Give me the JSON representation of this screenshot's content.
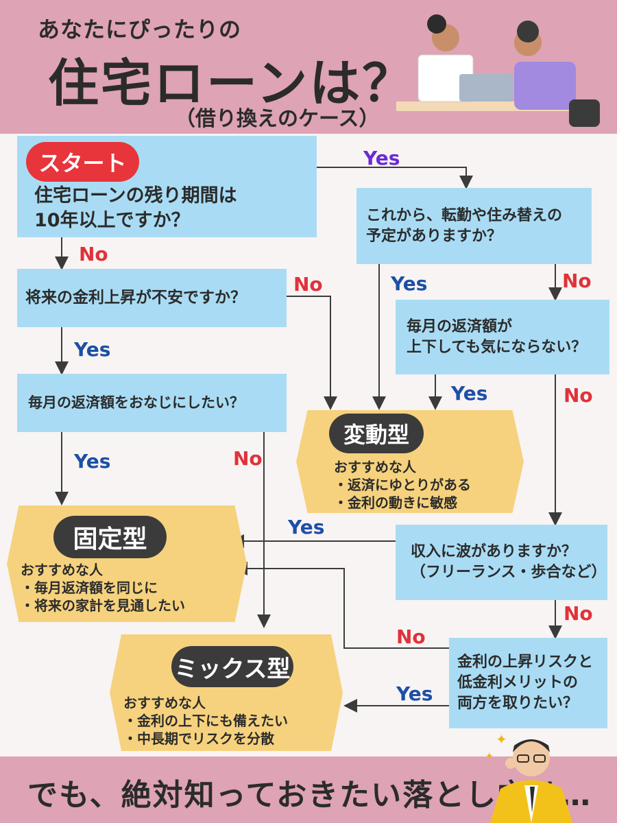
{
  "header": {
    "subtitle": "あなたにぴったりの",
    "title": "住宅ローンは？",
    "case": "（借り換えのケース）"
  },
  "start": {
    "badge": "スタート",
    "line1": "住宅ローンの残り期間は",
    "line2": "10年以上ですか？"
  },
  "questions": {
    "q_transfer": {
      "line1": "これから、転勤や住み替えの",
      "line2": "予定がありますか？"
    },
    "q_rate_worry": {
      "line1": "将来の金利上昇が不安ですか？"
    },
    "q_payment_change": {
      "line1": "毎月の返済額が",
      "line2": "上下しても気にならない？"
    },
    "q_same_payment": {
      "line1": "毎月の返済額をおなじにしたい？"
    },
    "q_income": {
      "line1": "収入に波がありますか？",
      "line2": "（フリーランス・歩合など）"
    },
    "q_both": {
      "line1": "金利の上昇リスクと",
      "line2": "低金利メリットの",
      "line3": "両方を取りたい？"
    }
  },
  "results": {
    "variable": {
      "name": "変動型",
      "heading": "おすすめな人",
      "item1": "・返済にゆとりがある",
      "item2": "・金利の動きに敏感"
    },
    "fixed": {
      "name": "固定型",
      "heading": "おすすめな人",
      "item1": "・毎月返済額を同じに",
      "item2": "・将来の家計を見通したい"
    },
    "mixed": {
      "name": "ミックス型",
      "heading": "おすすめな人",
      "item1": "・金利の上下にも備えたい",
      "item2": "・中長期でリスクを分散"
    }
  },
  "labels": {
    "yes": "Yes",
    "no": "No"
  },
  "footer": {
    "text": "でも、絶対知っておきたい落とし穴は…"
  },
  "colors": {
    "header_bg": "#dea3b4",
    "question_bg": "#a9dcf4",
    "result_bg": "#f6d27e",
    "start_badge": "#e8343b",
    "yes_purple": "#6a2bd6",
    "yes_blue": "#1d4fa6",
    "no_red": "#e0323a"
  }
}
